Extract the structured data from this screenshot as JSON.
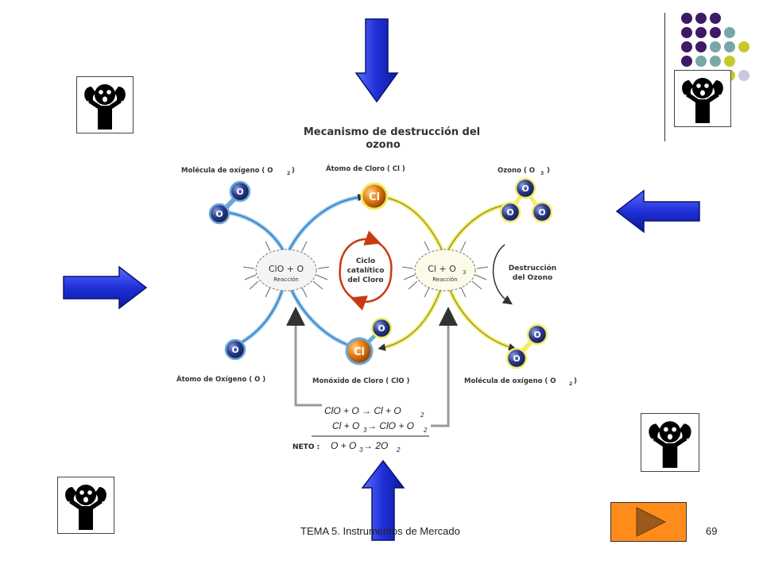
{
  "diagram": {
    "title_line1": "Mecanismo de destrucción del",
    "title_line2": "ozono",
    "o2_top_label": "Molécula de oxígeno ( O",
    "o2_top_sub": "2",
    "cl_atom_label": "Átomo de Cloro  ( Cl )",
    "ozone_label": "Ozono  ( O",
    "ozone_sub": "3",
    "o_atom_label": "Átomo de Oxígeno  ( O )",
    "clo_label": "Monóxido de Cloro  ( ClO )",
    "o2_bottom_label": "Molécula de oxígeno ( O",
    "o2_bottom_sub": "2",
    "left_reaction": "ClO + O",
    "right_reaction_a": "Cl + O",
    "right_reaction_sub": "3",
    "reaction_word": "Reacción",
    "cycle_line1": "Ciclo",
    "cycle_line2": "catalítico",
    "cycle_line3": "del Cloro",
    "destruction_line1": "Destrucción",
    "destruction_line2": "del Ozono",
    "atom_o": "O",
    "atom_cl": "Cl",
    "eq1_a": "ClO + O → Cl + O",
    "eq1_sub": "2",
    "eq2_a": "Cl + O",
    "eq2_sub1": "3",
    "eq2_b": " → ClO + O",
    "eq2_sub2": "2",
    "neto_label": "NETO :",
    "neto_a": "O + O",
    "neto_sub1": "3",
    "neto_b": " → 2O",
    "neto_sub2": "2"
  },
  "footer": {
    "text": "TEMA 5. Instrumentos de Mercado",
    "page": "69"
  },
  "colors": {
    "arrow_blue": "#1f2fd6",
    "dots_purple": "#3d1a66",
    "dots_teal": "#7aa6a8",
    "dots_yellow": "#c8c82a",
    "dots_lavender": "#c8c8e0",
    "nav_orange": "#ff8c1a"
  }
}
